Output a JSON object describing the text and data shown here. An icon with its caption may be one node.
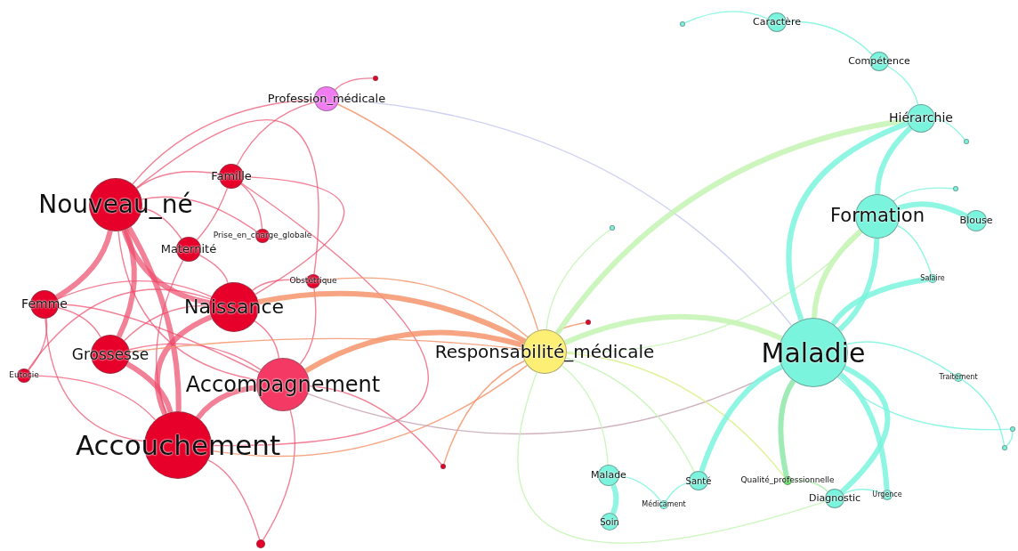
{
  "diagram": {
    "nodes": [
      {
        "text": [
          "Profession_médicale"
        ]
      },
      {
        "text": [],
        "shape": "circle"
      },
      {
        "text": [
          "Famille"
        ]
      },
      {
        "text": [
          "Nouveau_né"
        ]
      },
      {
        "text": [
          "Prise_en_charge_globale"
        ]
      },
      {
        "text": [
          "Maternité"
        ]
      },
      {
        "text": [
          "Obstétrique"
        ]
      },
      {
        "text": [
          "Femme"
        ]
      },
      {
        "text": [
          "Naissance"
        ]
      },
      {
        "text": [
          "Grossesse"
        ]
      },
      {
        "text": [
          "Eutocie"
        ]
      },
      {
        "text": [
          "Accompagnement"
        ]
      },
      {
        "text": [
          "Accouchement"
        ]
      },
      {
        "text": [],
        "shape": "circle"
      },
      {
        "text": [],
        "shape": "circle"
      },
      {
        "text": [
          "Responsabilité_médicale"
        ]
      },
      {
        "text": [],
        "shape": "circle"
      },
      {
        "text": [],
        "shape": "circle"
      },
      {
        "text": [],
        "shape": "circle"
      },
      {
        "text": [
          "Caractère"
        ]
      },
      {
        "text": [
          "Compétence"
        ]
      },
      {
        "text": [
          "Hiérarchie"
        ]
      },
      {
        "text": [],
        "shape": "circle"
      },
      {
        "text": [],
        "shape": "circle"
      },
      {
        "text": [
          "Formation"
        ]
      },
      {
        "text": [
          "Blouse"
        ]
      },
      {
        "text": [
          "Salaire"
        ]
      },
      {
        "text": [
          "Maladie"
        ]
      },
      {
        "text": [
          "Traitement"
        ]
      },
      {
        "text": [],
        "shape": "circle"
      },
      {
        "text": [],
        "shape": "circle"
      },
      {
        "text": [
          "Malade"
        ]
      },
      {
        "text": [
          "Soin"
        ]
      },
      {
        "text": [
          "Médicament"
        ]
      },
      {
        "text": [
          "Santé"
        ]
      },
      {
        "text": [
          "Qualité_professionnelle"
        ]
      },
      {
        "text": [
          "Diagnostic"
        ]
      },
      {
        "text": [
          "Urgence"
        ]
      }
    ],
    "edges": [
      {
        "from": 0,
        "to": 1,
        "arrow": "none"
      },
      {
        "from": 3,
        "to": 0,
        "arrow": "none"
      },
      {
        "from": 2,
        "to": 0,
        "arrow": "none"
      },
      {
        "from": 3,
        "to": 12,
        "arrow": "none",
        "style": "thick"
      },
      {
        "from": 3,
        "to": 9,
        "arrow": "none",
        "style": "thick"
      },
      {
        "from": 3,
        "to": 7,
        "arrow": "none",
        "style": "thick"
      },
      {
        "from": 3,
        "to": 8,
        "arrow": "none",
        "style": "thick"
      },
      {
        "from": 3,
        "to": 2,
        "arrow": "none"
      },
      {
        "from": 3,
        "to": 4,
        "arrow": "none"
      },
      {
        "from": 3,
        "to": 6,
        "arrow": "none"
      },
      {
        "from": 3,
        "to": 5,
        "arrow": "none"
      },
      {
        "from": 3,
        "to": 11,
        "arrow": "none"
      },
      {
        "from": 2,
        "to": 5,
        "arrow": "none"
      },
      {
        "from": 2,
        "to": 8,
        "arrow": "none"
      },
      {
        "from": 2,
        "to": 4,
        "arrow": "none"
      },
      {
        "from": 2,
        "to": 12,
        "arrow": "none"
      },
      {
        "from": 7,
        "to": 8,
        "arrow": "none"
      },
      {
        "from": 7,
        "to": 9,
        "arrow": "none"
      },
      {
        "from": 7,
        "to": 12,
        "arrow": "none"
      },
      {
        "from": 7,
        "to": 10,
        "arrow": "none"
      },
      {
        "from": 7,
        "to": 11,
        "arrow": "none"
      },
      {
        "from": 9,
        "to": 12,
        "arrow": "none",
        "style": "thick"
      },
      {
        "from": 9,
        "to": 8,
        "arrow": "none"
      },
      {
        "from": 9,
        "to": 11,
        "arrow": "none"
      },
      {
        "from": 10,
        "to": 12,
        "arrow": "none"
      },
      {
        "from": 10,
        "to": 8,
        "arrow": "none"
      },
      {
        "from": 12,
        "to": 8,
        "arrow": "none",
        "style": "thick"
      },
      {
        "from": 8,
        "to": 11,
        "arrow": "none"
      },
      {
        "from": 8,
        "to": 6,
        "arrow": "none"
      },
      {
        "from": 5,
        "to": 12,
        "arrow": "none"
      },
      {
        "from": 5,
        "to": 8,
        "arrow": "none"
      },
      {
        "from": 12,
        "to": 11,
        "arrow": "none",
        "style": "thick"
      },
      {
        "from": 12,
        "to": 13,
        "arrow": "none"
      },
      {
        "from": 11,
        "to": 13,
        "arrow": "none"
      },
      {
        "from": 11,
        "to": 14,
        "arrow": "none"
      },
      {
        "from": 6,
        "to": 11,
        "arrow": "none"
      },
      {
        "from": 8,
        "to": 15,
        "arrow": "none",
        "style": "thick",
        "color": "#f4946c"
      },
      {
        "from": 11,
        "to": 15,
        "arrow": "none",
        "style": "thick",
        "color": "#f4946c"
      },
      {
        "from": 6,
        "to": 15,
        "arrow": "none",
        "color": "#f4946c"
      },
      {
        "from": 12,
        "to": 15,
        "arrow": "none",
        "color": "#f4946c"
      },
      {
        "from": 9,
        "to": 15,
        "arrow": "none",
        "color": "#f4946c"
      },
      {
        "from": 0,
        "to": 15,
        "arrow": "none",
        "color": "#f4946c"
      },
      {
        "from": 14,
        "to": 15,
        "arrow": "none",
        "color": "#f4946c"
      },
      {
        "from": 15,
        "to": 16,
        "arrow": "none",
        "color": "#f4946c"
      },
      {
        "from": 0,
        "to": 27,
        "arrow": "none",
        "color": "#c4c8f0"
      },
      {
        "from": 11,
        "to": 27,
        "arrow": "none",
        "color": "#c8a4b4"
      },
      {
        "from": 15,
        "to": 21,
        "arrow": "none",
        "style": "thick",
        "color": "#c4f4b4"
      },
      {
        "from": 15,
        "to": 27,
        "arrow": "none",
        "style": "thick",
        "color": "#c4f4b4"
      },
      {
        "from": 15,
        "to": 24,
        "arrow": "none",
        "color": "#c4f4b4"
      },
      {
        "from": 17,
        "to": 15,
        "arrow": "none",
        "color": "#c4f4b4"
      },
      {
        "from": 15,
        "to": 31,
        "arrow": "none",
        "color": "#c4f4b4"
      },
      {
        "from": 15,
        "to": 34,
        "arrow": "none",
        "color": "#c4f4b4"
      },
      {
        "from": 15,
        "to": 36,
        "arrow": "none",
        "color": "#c4f4b4"
      },
      {
        "from": 15,
        "to": 35,
        "arrow": "none",
        "color": "#d8f088"
      },
      {
        "from": 27,
        "to": 24,
        "arrow": "none",
        "style": "thick",
        "color": "#c4f4b4"
      },
      {
        "from": 18,
        "to": 19,
        "arrow": "none",
        "color": "#7af4dd"
      },
      {
        "from": 19,
        "to": 20,
        "arrow": "none",
        "color": "#7af4dd"
      },
      {
        "from": 20,
        "to": 21,
        "arrow": "none",
        "color": "#7af4dd"
      },
      {
        "from": 21,
        "to": 22,
        "arrow": "none",
        "color": "#7af4dd"
      },
      {
        "from": 24,
        "to": 21,
        "arrow": "none",
        "style": "thick",
        "color": "#7af4dd"
      },
      {
        "from": 27,
        "to": 21,
        "arrow": "none",
        "style": "thick",
        "color": "#7af4dd"
      },
      {
        "from": 24,
        "to": 27,
        "arrow": "none",
        "style": "thick",
        "color": "#7af4dd"
      },
      {
        "from": 24,
        "to": 25,
        "arrow": "none",
        "style": "thick",
        "color": "#7af4dd"
      },
      {
        "from": 24,
        "to": 23,
        "arrow": "none",
        "color": "#7af4dd"
      },
      {
        "from": 24,
        "to": 26,
        "arrow": "none",
        "color": "#7af4dd"
      },
      {
        "from": 27,
        "to": 26,
        "arrow": "none",
        "style": "thick",
        "color": "#7af4dd"
      },
      {
        "from": 27,
        "to": 28,
        "arrow": "none",
        "color": "#7af4dd"
      },
      {
        "from": 27,
        "to": 30,
        "arrow": "none",
        "color": "#7af4dd"
      },
      {
        "from": 28,
        "to": 29,
        "arrow": "none",
        "color": "#7af4dd"
      },
      {
        "from": 30,
        "to": 29,
        "arrow": "none",
        "color": "#7af4dd"
      },
      {
        "from": 34,
        "to": 27,
        "arrow": "none",
        "style": "thick",
        "color": "#7af4dd"
      },
      {
        "from": 27,
        "to": 36,
        "arrow": "none",
        "style": "thick",
        "color": "#7af4dd"
      },
      {
        "from": 27,
        "to": 37,
        "arrow": "none",
        "style": "thick",
        "color": "#7af4dd"
      },
      {
        "from": 35,
        "to": 27,
        "arrow": "none",
        "style": "thick",
        "color": "#8ee8a8"
      },
      {
        "from": 36,
        "to": 37,
        "arrow": "none",
        "color": "#7af4dd"
      },
      {
        "from": 35,
        "to": 36,
        "arrow": "none",
        "color": "#a8f0a8"
      },
      {
        "from": 31,
        "to": 32,
        "arrow": "none",
        "style": "thick",
        "color": "#7af4dd"
      },
      {
        "from": 31,
        "to": 33,
        "arrow": "none",
        "color": "#7af4dd"
      },
      {
        "from": 33,
        "to": 34,
        "arrow": "none",
        "color": "#7af4dd"
      }
    ]
  }
}
